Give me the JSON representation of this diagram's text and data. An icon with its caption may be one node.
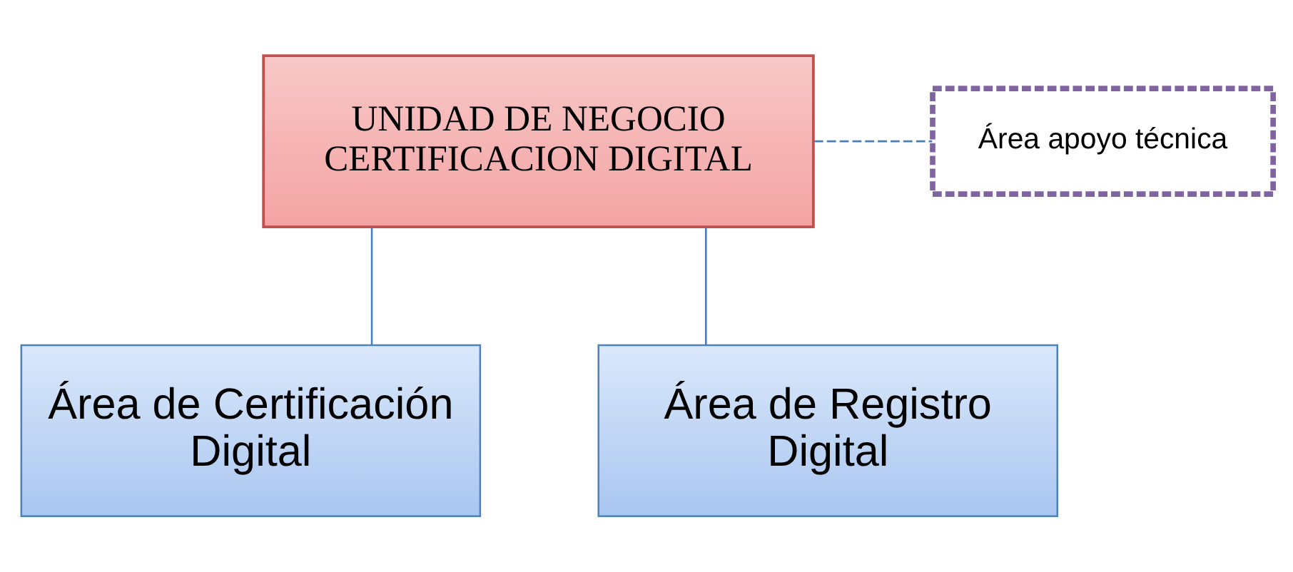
{
  "diagram": {
    "nodes": [
      {
        "text": [
          "UNIDAD DE NEGOCIO CERTIFICACION DIGITAL"
        ]
      },
      {
        "text": [
          "Área apoyo técnica"
        ]
      },
      {
        "text": [
          "Área de Certificación Digital"
        ]
      },
      {
        "text": [
          "Área de Registro Digital"
        ]
      }
    ],
    "edges": [
      {
        "from": 0,
        "to": 1,
        "arrow": "none",
        "style": "dashed"
      },
      {
        "from": 0,
        "to": 2,
        "arrow": "none"
      },
      {
        "from": 0,
        "to": 3,
        "arrow": "none"
      }
    ]
  }
}
